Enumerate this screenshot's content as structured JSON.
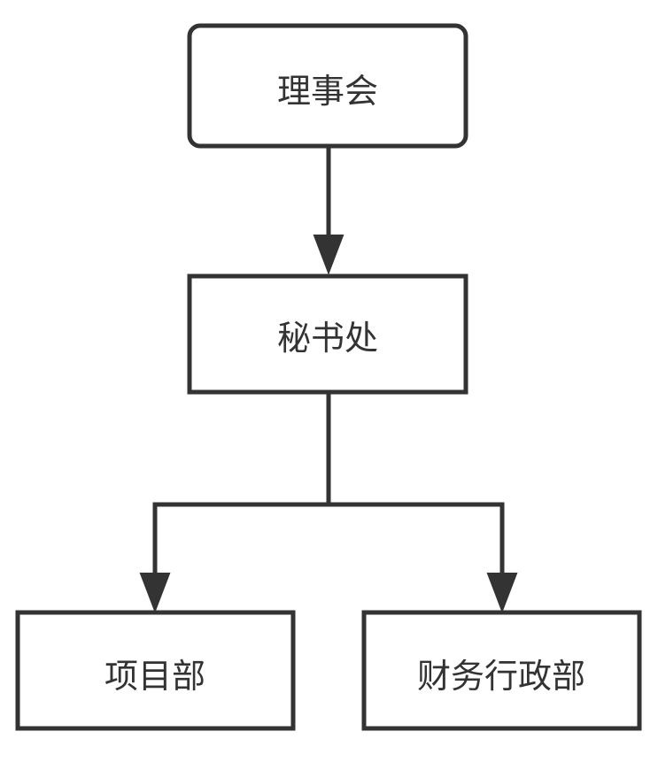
{
  "diagram": {
    "type": "org-chart",
    "nodes": [
      {
        "id": "board",
        "label": "理事会"
      },
      {
        "id": "secretariat",
        "label": "秘书处"
      },
      {
        "id": "projects",
        "label": "项目部"
      },
      {
        "id": "finance_admin",
        "label": "财务行政部"
      }
    ],
    "edges": [
      {
        "from": "board",
        "to": "secretariat"
      },
      {
        "from": "secretariat",
        "to": "projects"
      },
      {
        "from": "secretariat",
        "to": "finance_admin"
      }
    ],
    "colors": {
      "stroke": "#333333",
      "fill": "#ffffff",
      "text": "#333333"
    }
  }
}
